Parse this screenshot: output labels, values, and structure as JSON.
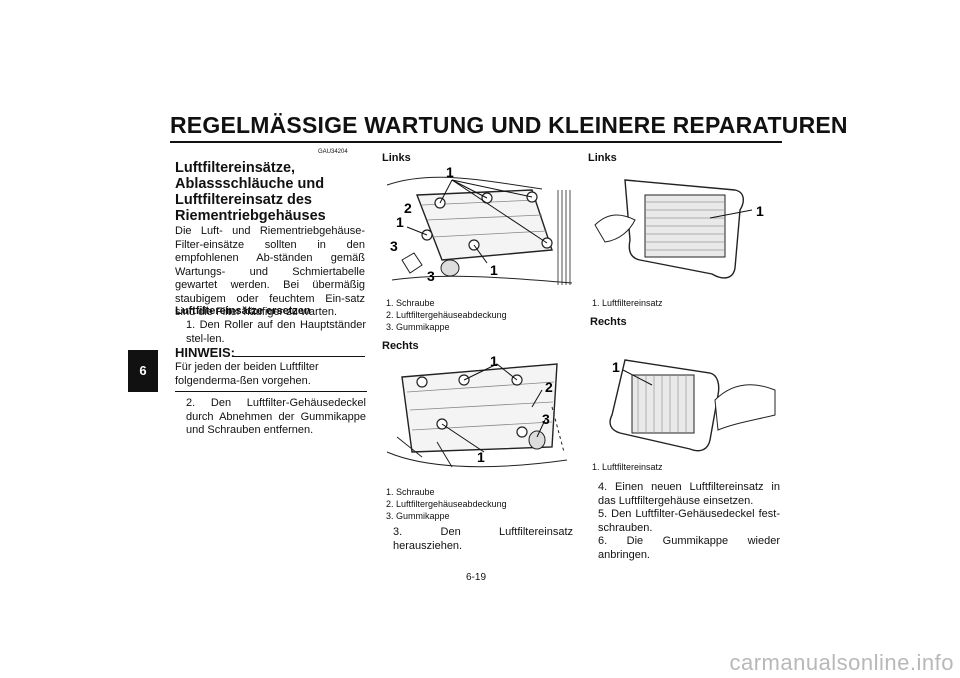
{
  "header": {
    "title": "REGELMÄSSIGE WARTUNG UND KLEINERE REPARATUREN"
  },
  "side_tab": "6",
  "left": {
    "ref_code": "GAU34204",
    "heading": "Luftfiltereinsätze, Ablassschläuche und Luftfiltereinsatz des Riementriebgehäuses",
    "intro": "Die Luft- und Riementriebgehäuse-Filter-einsätze sollten in den empfohlenen Ab-ständen gemäß Wartungs- und Schmiertabelle gewartet werden. Bei übermäßig staubigem oder feuchtem Ein-satz sind die Filter häufiger zu warten.",
    "subheading": "Luftfiltereinsätze ersetzen",
    "step1": "1. Den Roller auf den Hauptständer stel-len.",
    "hinweis_label": "HINWEIS:",
    "hinweis_text": "Für jeden der beiden Luftfilter folgenderma-ßen vorgehen.",
    "step2": "2. Den Luftfilter-Gehäusedeckel durch Abnehmen der Gummikappe und Schrauben entfernen."
  },
  "middle": {
    "fig1_label": "Links",
    "fig1_captions": [
      "1. Schraube",
      "2. Luftfiltergehäuseabdeckung",
      "3. Gummikappe"
    ],
    "fig2_label": "Rechts",
    "fig2_captions": [
      "1. Schraube",
      "2. Luftfiltergehäuseabdeckung",
      "3. Gummikappe"
    ],
    "step3": "3. Den Luftfiltereinsatz herausziehen."
  },
  "right": {
    "fig3_label": "Links",
    "fig3_caption": "1. Luftfiltereinsatz",
    "fig4_label": "Rechts",
    "fig4_caption": "1. Luftfiltereinsatz",
    "step4": "4. Einen neuen Luftfiltereinsatz in das Luftfiltergehäuse einsetzen.",
    "step5": "5. Den Luftfilter-Gehäusedeckel fest-schrauben.",
    "step6": "6. Die Gummikappe wieder anbringen."
  },
  "callouts": {
    "one": "1",
    "two": "2",
    "three": "3"
  },
  "page_number": "6-19",
  "watermark": "carmanualsonline.info"
}
